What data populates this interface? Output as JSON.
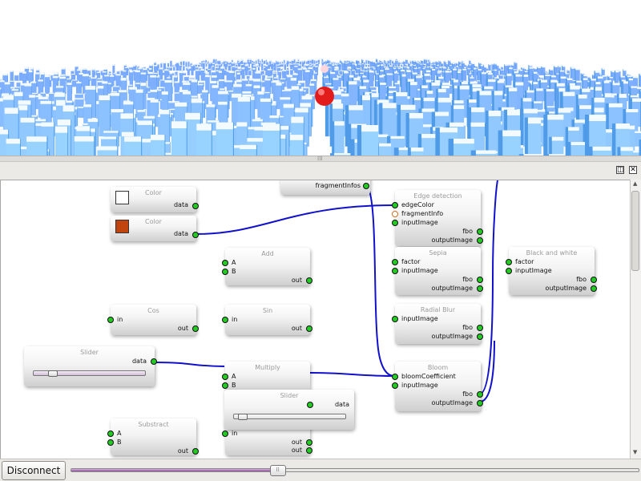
{
  "window": {
    "splitter_grip": "⁞⁞⁞"
  },
  "viewport": {
    "scene": "3d-city-render",
    "sphere_color": "#e21b1b",
    "block_color": "#8ec9f5"
  },
  "dock": {
    "float_icon": "◫",
    "close_icon": "✕"
  },
  "canvas": {
    "nodes": {
      "top_partial": {
        "title": "",
        "out_fragmentinfos": "fragmentInfos"
      },
      "color1": {
        "title": "Color",
        "out_data": "data",
        "swatch": "#ffffff"
      },
      "color2": {
        "title": "Color",
        "out_data": "data",
        "swatch": "#c1440e"
      },
      "edge": {
        "title": "Edge detection",
        "in_edgecolor": "edgeColor",
        "in_fragmentinfo": "fragmentInfo",
        "in_inputimage": "inputImage",
        "out_fbo": "fbo",
        "out_outputimage": "outputImage"
      },
      "add": {
        "title": "Add",
        "in_a": "A",
        "in_b": "B",
        "out": "out"
      },
      "sepia": {
        "title": "Sepia",
        "in_factor": "factor",
        "in_inputimage": "inputImage",
        "out_fbo": "fbo",
        "out_outputimage": "outputImage"
      },
      "bw": {
        "title": "Black and white",
        "in_factor": "factor",
        "in_inputimage": "inputImage",
        "out_fbo": "fbo",
        "out_outputimage": "outputImage"
      },
      "cos": {
        "title": "Cos",
        "in": "in",
        "out": "out"
      },
      "sin": {
        "title": "Sin",
        "in": "in",
        "out": "out"
      },
      "radial": {
        "title": "Radial Blur",
        "in_inputimage": "inputImage",
        "out_fbo": "fbo",
        "out_outputimage": "outputImage"
      },
      "slider1": {
        "title": "Slider",
        "out_data": "data",
        "level": 0.15
      },
      "multiply": {
        "title": "Multiply",
        "in_a": "A",
        "in_b": "B"
      },
      "bloom": {
        "title": "Bloom",
        "in_bloom": "bloomCoefficient",
        "in_inputimage": "inputImage",
        "out_fbo": "fbo",
        "out_outputimage": "outputImage"
      },
      "slider2": {
        "title": "Slider",
        "out_data": "data",
        "level": 0.05
      },
      "subtract": {
        "title": "Substract",
        "in_a": "A",
        "in_b": "B",
        "out": "out"
      },
      "hidden_partial": {
        "in": "in",
        "out": "out",
        "out2": "out"
      }
    }
  },
  "bottom": {
    "disconnect_label": "Disconnect",
    "slider_level": 0.36,
    "slider_grip": "⁞⁞"
  },
  "colors": {
    "port_green": "#22cc22",
    "wire_blue": "#1111cc",
    "slider_fill": "#8f4f9a"
  }
}
